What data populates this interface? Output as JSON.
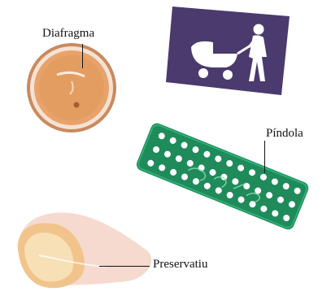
{
  "labels": {
    "diaphragm": "Diafragma",
    "pill": "Píndola",
    "condom": "Preservatiu"
  },
  "icons": {
    "pictogram": "woman-with-pram-icon",
    "diaphragm": "diaphragm-image",
    "pill": "pill-blister-pack-image",
    "condom": "condom-image"
  },
  "colors": {
    "pictogram_bg": "#4a3a6d",
    "pictogram_fg": "#ffffff",
    "blister": "#1f8a5a",
    "diaphragm_rim": "#c98a5f",
    "diaphragm_fill": "#e7a36b",
    "condom": "#f0c48a"
  }
}
